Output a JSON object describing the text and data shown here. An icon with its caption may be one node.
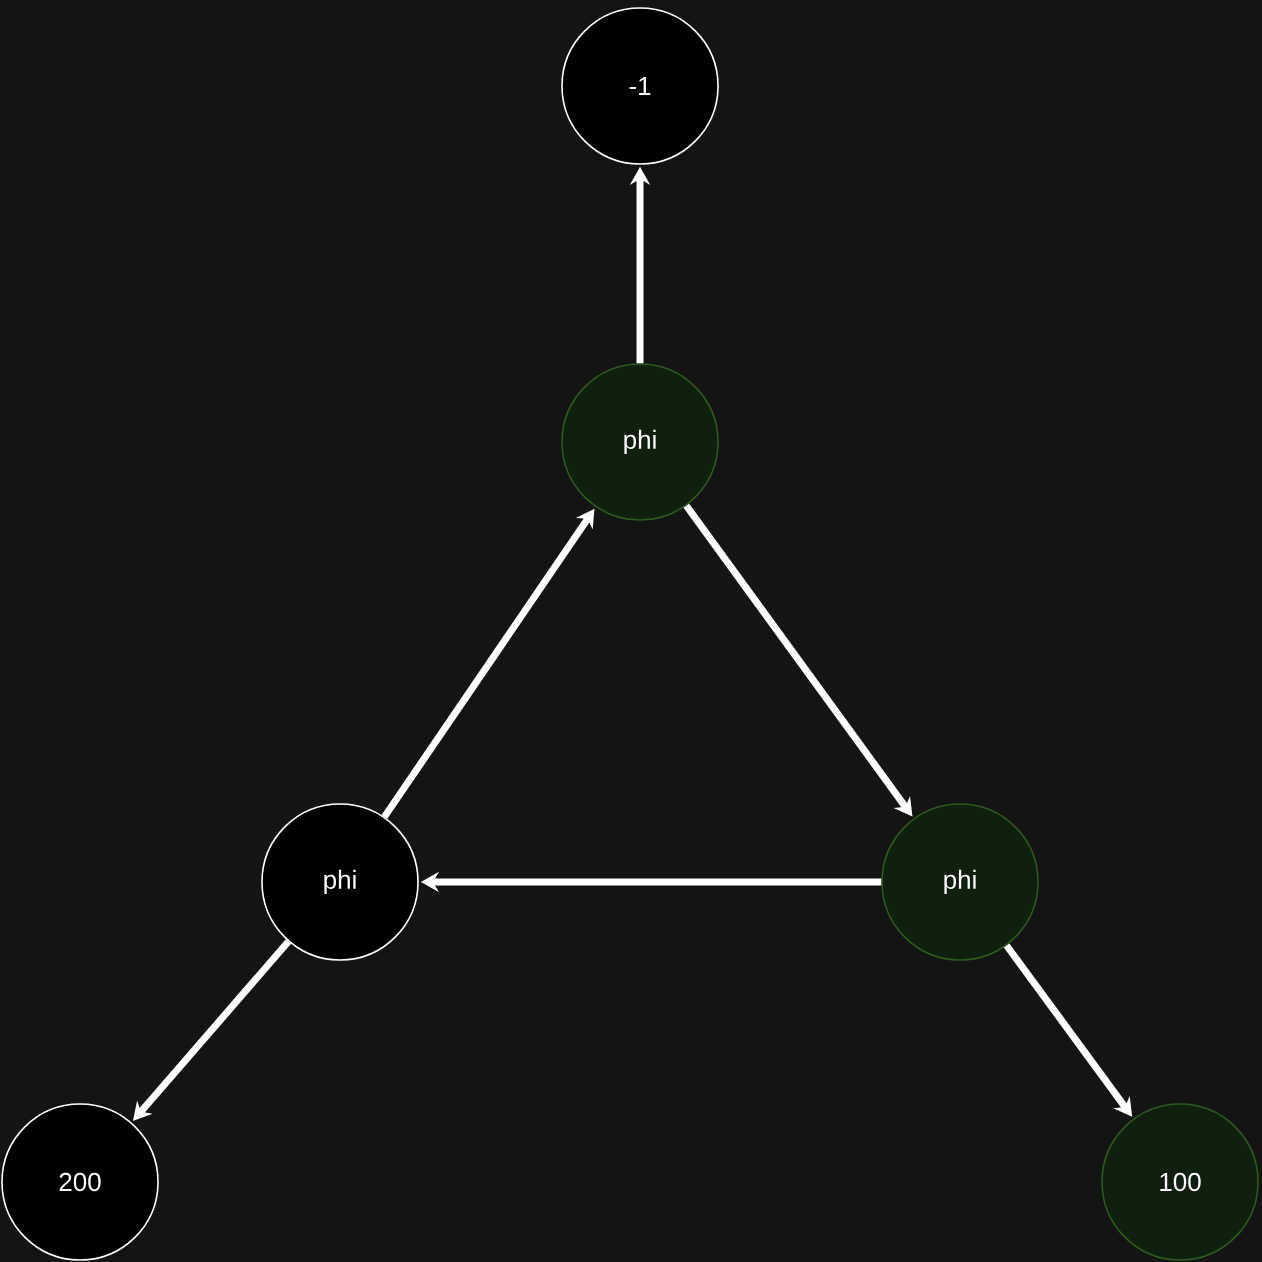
{
  "diagram": {
    "nodes": [
      {
        "text": [
          "-1"
        ]
      },
      {
        "text": [
          "phi"
        ]
      },
      {
        "text": [
          "phi"
        ]
      },
      {
        "text": [
          "phi"
        ]
      },
      {
        "text": [
          "200"
        ]
      },
      {
        "text": [
          "100"
        ]
      }
    ],
    "edges": [
      {
        "from": 1,
        "to": 0,
        "arrow": "to"
      },
      {
        "from": 1,
        "to": 3,
        "arrow": "to"
      },
      {
        "from": 3,
        "to": 2,
        "arrow": "to"
      },
      {
        "from": 2,
        "to": 1,
        "arrow": "to"
      },
      {
        "from": 2,
        "to": 4,
        "arrow": "to"
      },
      {
        "from": 3,
        "to": 5,
        "arrow": "to"
      }
    ]
  }
}
